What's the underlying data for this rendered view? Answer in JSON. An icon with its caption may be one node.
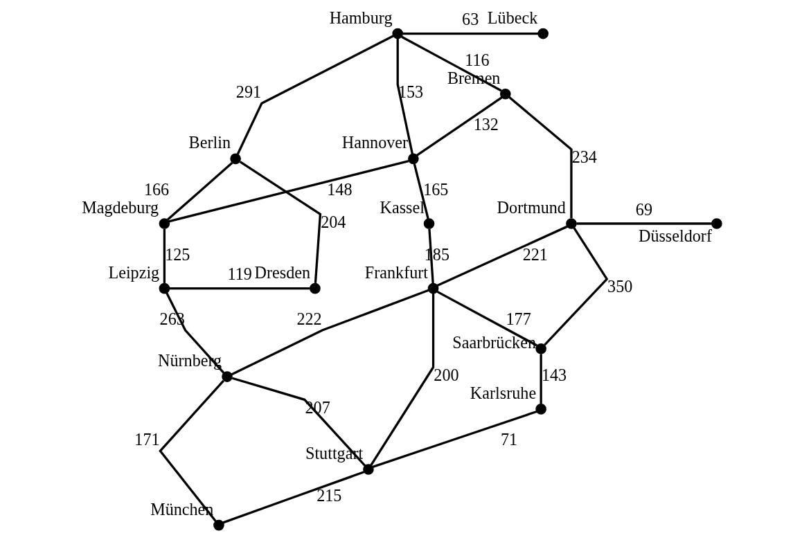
{
  "diagram": {
    "nodes": [
      {
        "text": [],
        "shape": "circle",
        "beside": [
          "Lübeck"
        ]
      },
      {
        "text": [],
        "shape": "circle",
        "beside": [
          "Hamburg"
        ]
      },
      {
        "text": [],
        "shape": "circle",
        "beside": [
          "Bremen"
        ]
      },
      {
        "text": [],
        "shape": "circle",
        "beside": [
          "Berlin"
        ]
      },
      {
        "text": [],
        "shape": "circle",
        "beside": [
          "Hannover"
        ]
      },
      {
        "text": [],
        "shape": "circle",
        "beside": [
          "Magdeburg"
        ]
      },
      {
        "text": [],
        "shape": "circle",
        "beside": [
          "Dortmund"
        ]
      },
      {
        "text": [],
        "shape": "circle",
        "beside": [
          "Leipzig"
        ]
      },
      {
        "text": [],
        "shape": "circle",
        "beside": [
          "Düsseldorf"
        ]
      },
      {
        "text": [],
        "shape": "circle",
        "beside": [
          "Kassel"
        ]
      },
      {
        "text": [],
        "shape": "circle",
        "beside": [
          "Dresden"
        ]
      },
      {
        "text": [],
        "shape": "circle",
        "beside": [
          "Frankfurt"
        ]
      },
      {
        "text": [],
        "shape": "circle",
        "beside": [
          "Nürnberg"
        ]
      },
      {
        "text": [],
        "shape": "circle",
        "beside": [
          "Saarbrücken"
        ]
      },
      {
        "text": [],
        "shape": "circle",
        "beside": [
          "Karlsruhe"
        ]
      },
      {
        "text": [],
        "shape": "circle",
        "beside": [
          "Stuttgart"
        ]
      },
      {
        "text": [],
        "shape": "circle",
        "beside": [
          "München"
        ]
      }
    ],
    "edges": [
      {
        "from": 1,
        "to": 0,
        "arrow": "none",
        "label": "63"
      },
      {
        "from": 1,
        "to": 2,
        "arrow": "none",
        "label": "116"
      },
      {
        "from": 1,
        "to": 3,
        "arrow": "none",
        "label": "291"
      },
      {
        "from": 1,
        "to": 4,
        "arrow": "none",
        "label": "153"
      },
      {
        "from": 2,
        "to": 4,
        "arrow": "none",
        "label": "132"
      },
      {
        "from": 2,
        "to": 6,
        "arrow": "none",
        "label": "234"
      },
      {
        "from": 4,
        "to": 5,
        "arrow": "none",
        "label": "148"
      },
      {
        "from": 4,
        "to": 9,
        "arrow": "none",
        "label": "165"
      },
      {
        "from": 3,
        "to": 5,
        "arrow": "none",
        "label": "166"
      },
      {
        "from": 3,
        "to": 10,
        "arrow": "none",
        "label": "204"
      },
      {
        "from": 5,
        "to": 7,
        "arrow": "none",
        "label": "125"
      },
      {
        "from": 7,
        "to": 10,
        "arrow": "none",
        "label": "119"
      },
      {
        "from": 7,
        "to": 12,
        "arrow": "none",
        "label": "263"
      },
      {
        "from": 6,
        "to": 8,
        "arrow": "none",
        "label": "69"
      },
      {
        "from": 6,
        "to": 11,
        "arrow": "none",
        "label": "221"
      },
      {
        "from": 6,
        "to": 13,
        "arrow": "none",
        "label": "350"
      },
      {
        "from": 9,
        "to": 11,
        "arrow": "none",
        "label": "185"
      },
      {
        "from": 11,
        "to": 12,
        "arrow": "none",
        "label": "222"
      },
      {
        "from": 11,
        "to": 13,
        "arrow": "none",
        "label": "177"
      },
      {
        "from": 11,
        "to": 15,
        "arrow": "none",
        "label": "200"
      },
      {
        "from": 12,
        "to": 15,
        "arrow": "none",
        "label": "207"
      },
      {
        "from": 12,
        "to": 16,
        "arrow": "none",
        "label": "171"
      },
      {
        "from": 13,
        "to": 14,
        "arrow": "none",
        "label": "143"
      },
      {
        "from": 14,
        "to": 15,
        "arrow": "none",
        "label": "71"
      },
      {
        "from": 15,
        "to": 16,
        "arrow": "none",
        "label": "215"
      }
    ]
  }
}
